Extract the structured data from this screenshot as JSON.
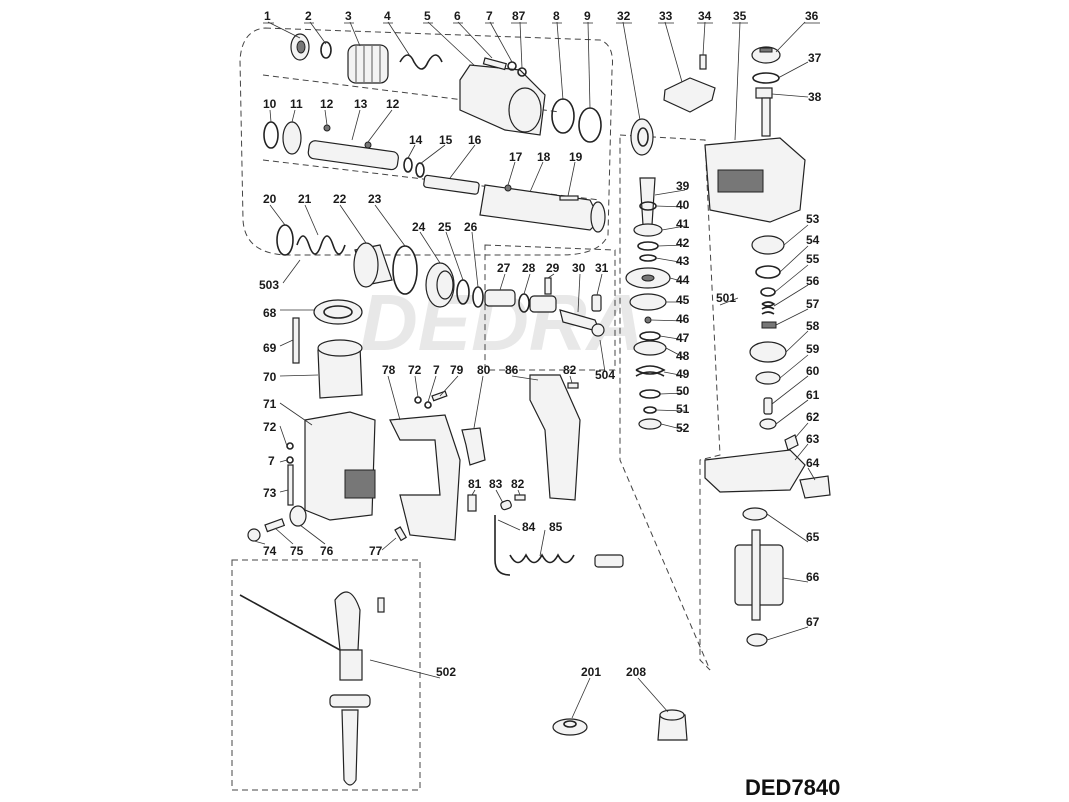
{
  "model_label": "DED7840",
  "watermark": "DEDRA",
  "callouts": [
    {
      "id": "c1",
      "text": "1"
    },
    {
      "id": "c2",
      "text": "2"
    },
    {
      "id": "c3",
      "text": "3"
    },
    {
      "id": "c4",
      "text": "4"
    },
    {
      "id": "c5",
      "text": "5"
    },
    {
      "id": "c6",
      "text": "6"
    },
    {
      "id": "c7",
      "text": "7"
    },
    {
      "id": "c87",
      "text": "87"
    },
    {
      "id": "c8",
      "text": "8"
    },
    {
      "id": "c9",
      "text": "9"
    },
    {
      "id": "c32",
      "text": "32"
    },
    {
      "id": "c33",
      "text": "33"
    },
    {
      "id": "c34",
      "text": "34"
    },
    {
      "id": "c35",
      "text": "35"
    },
    {
      "id": "c36",
      "text": "36"
    },
    {
      "id": "c37",
      "text": "37"
    },
    {
      "id": "c38",
      "text": "38"
    },
    {
      "id": "c10",
      "text": "10"
    },
    {
      "id": "c11",
      "text": "11"
    },
    {
      "id": "c12a",
      "text": "12"
    },
    {
      "id": "c13",
      "text": "13"
    },
    {
      "id": "c12b",
      "text": "12"
    },
    {
      "id": "c14",
      "text": "14"
    },
    {
      "id": "c15",
      "text": "15"
    },
    {
      "id": "c16",
      "text": "16"
    },
    {
      "id": "c17",
      "text": "17"
    },
    {
      "id": "c18",
      "text": "18"
    },
    {
      "id": "c19",
      "text": "19"
    },
    {
      "id": "c39",
      "text": "39"
    },
    {
      "id": "c40",
      "text": "40"
    },
    {
      "id": "c41",
      "text": "41"
    },
    {
      "id": "c42",
      "text": "42"
    },
    {
      "id": "c43",
      "text": "43"
    },
    {
      "id": "c44",
      "text": "44"
    },
    {
      "id": "c45",
      "text": "45"
    },
    {
      "id": "c46",
      "text": "46"
    },
    {
      "id": "c47",
      "text": "47"
    },
    {
      "id": "c48",
      "text": "48"
    },
    {
      "id": "c49",
      "text": "49"
    },
    {
      "id": "c50",
      "text": "50"
    },
    {
      "id": "c51",
      "text": "51"
    },
    {
      "id": "c52",
      "text": "52"
    },
    {
      "id": "c20",
      "text": "20"
    },
    {
      "id": "c21",
      "text": "21"
    },
    {
      "id": "c22",
      "text": "22"
    },
    {
      "id": "c23",
      "text": "23"
    },
    {
      "id": "c24",
      "text": "24"
    },
    {
      "id": "c25",
      "text": "25"
    },
    {
      "id": "c26",
      "text": "26"
    },
    {
      "id": "c27",
      "text": "27"
    },
    {
      "id": "c28",
      "text": "28"
    },
    {
      "id": "c29",
      "text": "29"
    },
    {
      "id": "c30",
      "text": "30"
    },
    {
      "id": "c31",
      "text": "31"
    },
    {
      "id": "c501",
      "text": "501"
    },
    {
      "id": "c503",
      "text": "503"
    },
    {
      "id": "c504",
      "text": "504"
    },
    {
      "id": "c53",
      "text": "53"
    },
    {
      "id": "c54",
      "text": "54"
    },
    {
      "id": "c55",
      "text": "55"
    },
    {
      "id": "c56",
      "text": "56"
    },
    {
      "id": "c57",
      "text": "57"
    },
    {
      "id": "c58",
      "text": "58"
    },
    {
      "id": "c59",
      "text": "59"
    },
    {
      "id": "c60",
      "text": "60"
    },
    {
      "id": "c61",
      "text": "61"
    },
    {
      "id": "c62",
      "text": "62"
    },
    {
      "id": "c63",
      "text": "63"
    },
    {
      "id": "c64",
      "text": "64"
    },
    {
      "id": "c65",
      "text": "65"
    },
    {
      "id": "c66",
      "text": "66"
    },
    {
      "id": "c67",
      "text": "67"
    },
    {
      "id": "c68",
      "text": "68"
    },
    {
      "id": "c69",
      "text": "69"
    },
    {
      "id": "c70",
      "text": "70"
    },
    {
      "id": "c71",
      "text": "71"
    },
    {
      "id": "c72a",
      "text": "72"
    },
    {
      "id": "c7b",
      "text": "7"
    },
    {
      "id": "c73",
      "text": "73"
    },
    {
      "id": "c74",
      "text": "74"
    },
    {
      "id": "c75",
      "text": "75"
    },
    {
      "id": "c76",
      "text": "76"
    },
    {
      "id": "c77",
      "text": "77"
    },
    {
      "id": "c78",
      "text": "78"
    },
    {
      "id": "c72b",
      "text": "72"
    },
    {
      "id": "c7c",
      "text": "7"
    },
    {
      "id": "c79",
      "text": "79"
    },
    {
      "id": "c80",
      "text": "80"
    },
    {
      "id": "c86",
      "text": "86"
    },
    {
      "id": "c82a",
      "text": "82"
    },
    {
      "id": "c81",
      "text": "81"
    },
    {
      "id": "c83",
      "text": "83"
    },
    {
      "id": "c82b",
      "text": "82"
    },
    {
      "id": "c84",
      "text": "84"
    },
    {
      "id": "c85",
      "text": "85"
    },
    {
      "id": "c502",
      "text": "502"
    },
    {
      "id": "c201",
      "text": "201"
    },
    {
      "id": "c208",
      "text": "208"
    }
  ]
}
